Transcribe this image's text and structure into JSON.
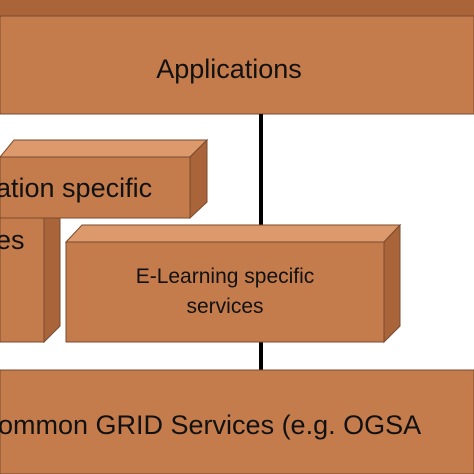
{
  "diagram": {
    "layers": {
      "applications": {
        "label": "Applications"
      },
      "domain_specific": {
        "line1": "ation specific",
        "line2": "es"
      },
      "elearning": {
        "line1": "E-Learning specific",
        "line2": "services"
      },
      "common_grid": {
        "label": "ommon GRID Services (e.g. OGSA"
      }
    },
    "colors": {
      "face": "#c47c4c",
      "top_bevel": "#dc9a6c",
      "side_bevel": "#a9643a",
      "edge": "#7a4a2e",
      "connector": "#000000"
    }
  }
}
